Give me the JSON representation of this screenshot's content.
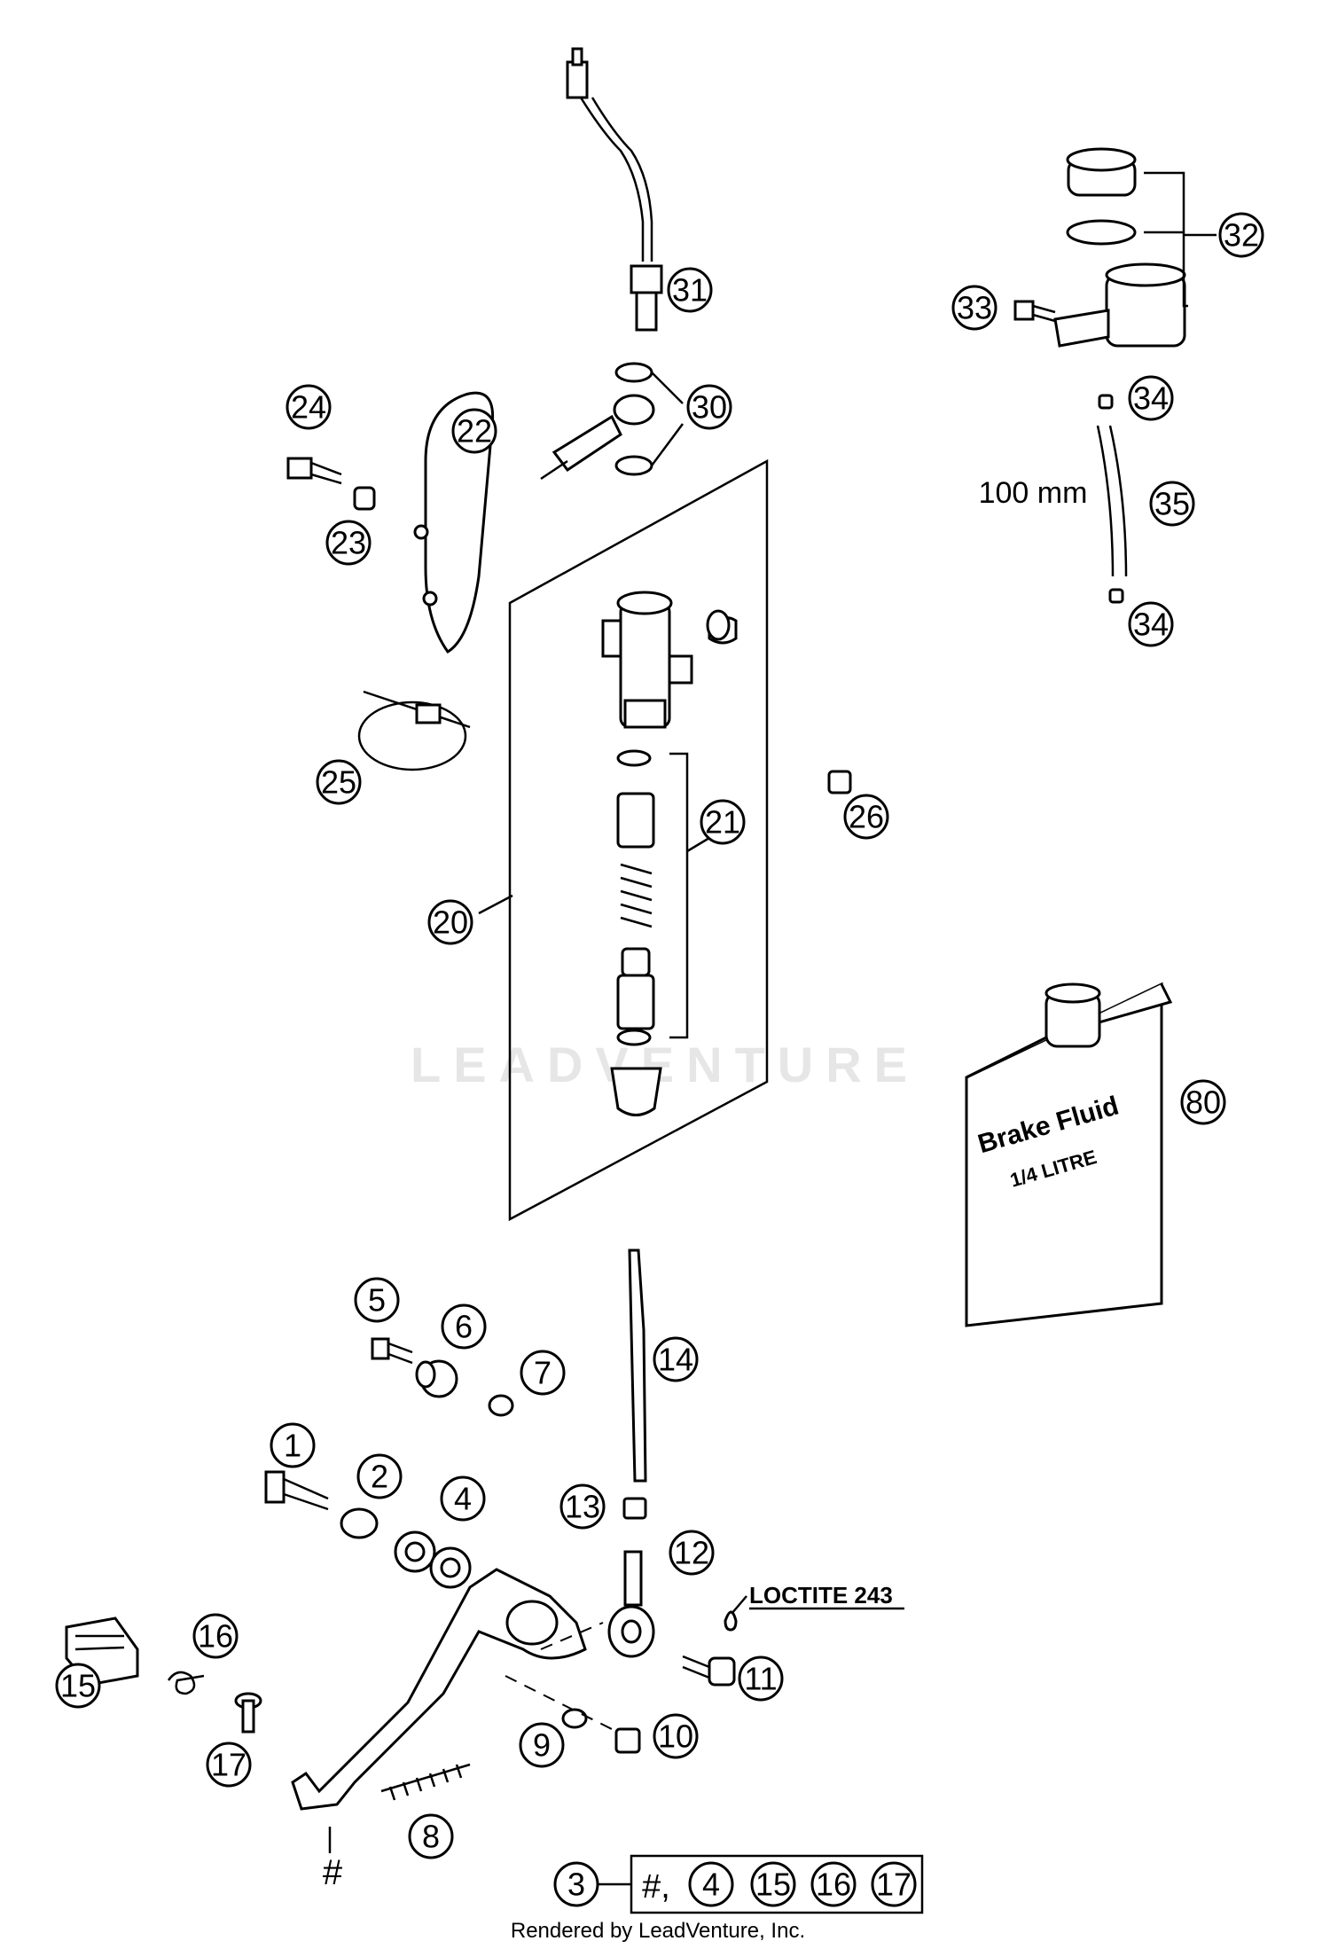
{
  "callouts": [
    "1",
    "2",
    "4",
    "5",
    "6",
    "7",
    "8",
    "9",
    "10",
    "11",
    "12",
    "13",
    "14",
    "15",
    "16",
    "17",
    "20",
    "21",
    "22",
    "23",
    "24",
    "25",
    "26",
    "30",
    "31",
    "32",
    "33",
    "34",
    "34",
    "35",
    "80"
  ],
  "annotations": {
    "length": "100 mm",
    "loctite": "LOCTITE 243",
    "hash_mark": "#"
  },
  "bottle": {
    "line1": "Brake Fluid",
    "line2": "1/4 LITRE"
  },
  "kit": {
    "number": "3",
    "prefix": "#,",
    "items": [
      "4",
      "15",
      "16",
      "17"
    ]
  },
  "watermark": "LEADVENTURE",
  "footer": "Rendered by LeadVenture, Inc."
}
